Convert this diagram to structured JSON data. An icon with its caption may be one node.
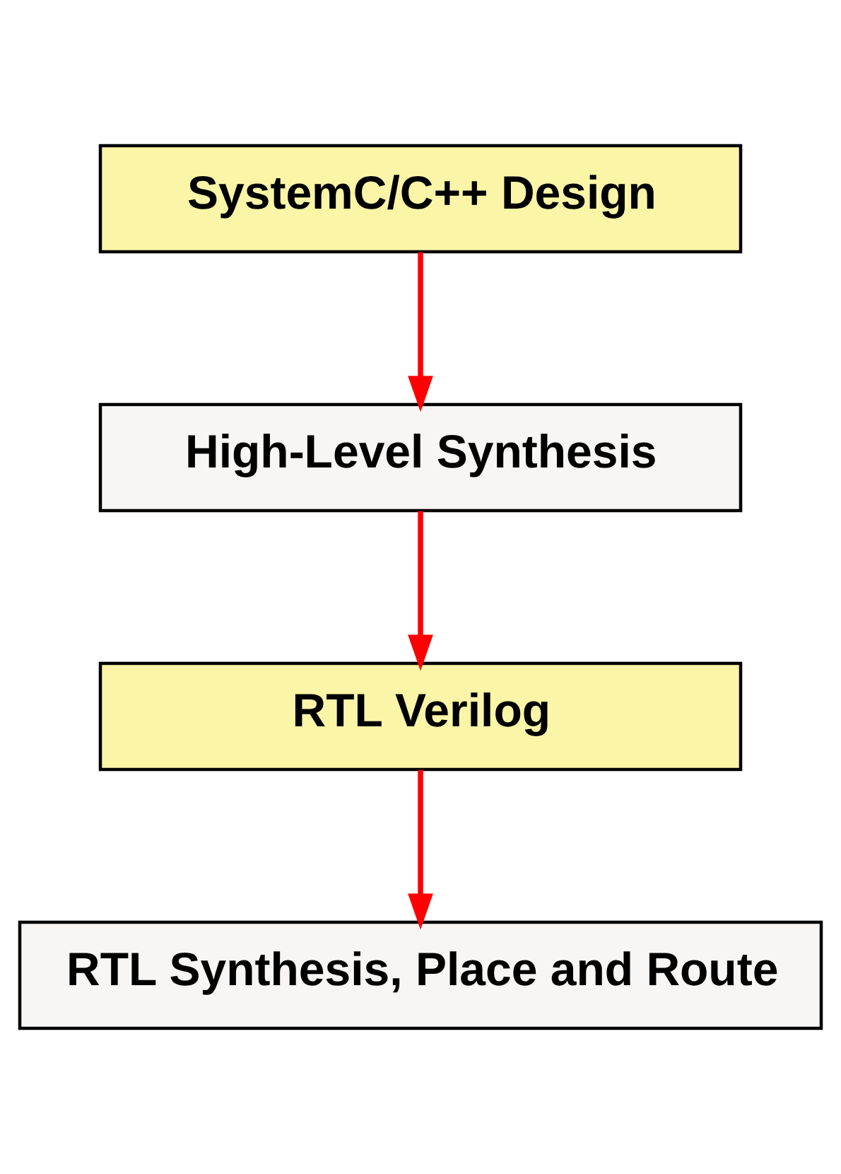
{
  "diagram": {
    "nodes": [
      {
        "text": [
          "SystemC/C++ Design"
        ]
      },
      {
        "text": [
          "High-Level Synthesis"
        ]
      },
      {
        "text": [
          "RTL Verilog"
        ]
      },
      {
        "text": [
          "RTL Synthesis, Place and Route"
        ]
      }
    ],
    "edges": [
      {
        "from": 0,
        "to": 1,
        "arrow": "to"
      },
      {
        "from": 1,
        "to": 2,
        "arrow": "to"
      },
      {
        "from": 2,
        "to": 3,
        "arrow": "to"
      }
    ]
  }
}
